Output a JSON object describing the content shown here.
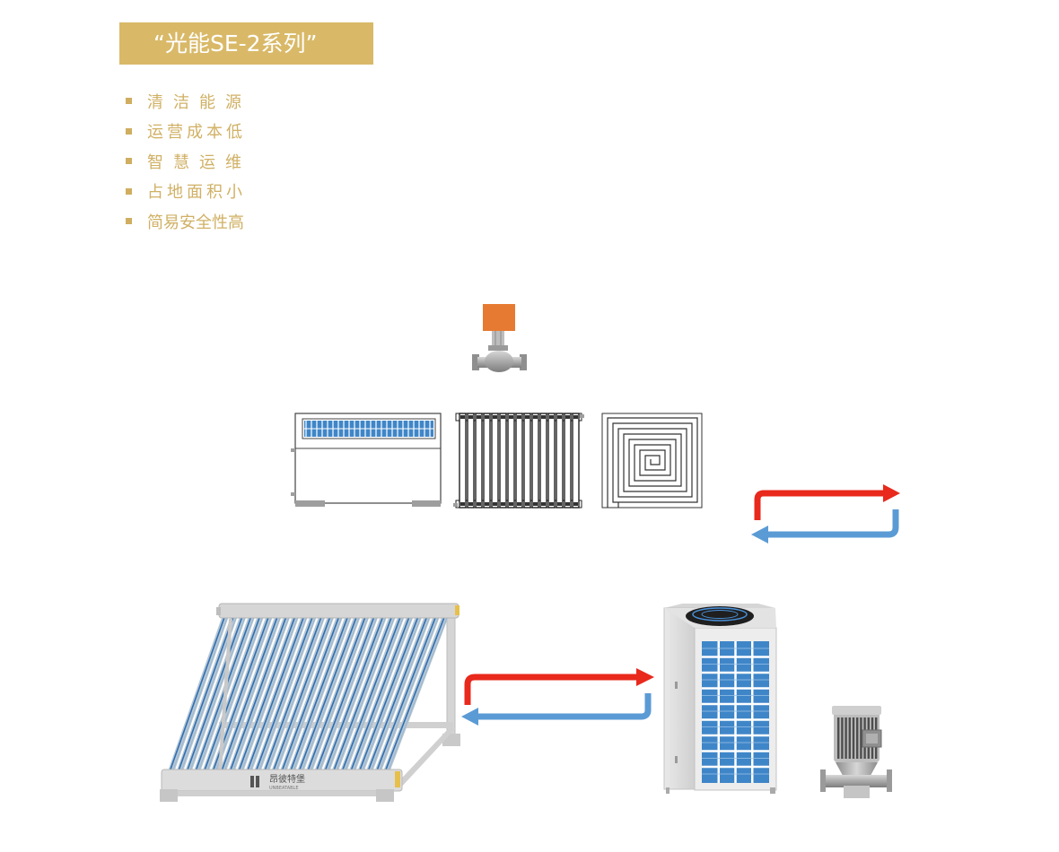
{
  "title": "“光能SE-2系列”",
  "features": [
    {
      "text": "清洁能源",
      "spacing": "t1"
    },
    {
      "text": "运营成本低",
      "spacing": "t2"
    },
    {
      "text": "智慧运维",
      "spacing": "t1"
    },
    {
      "text": "占地面积小",
      "spacing": "t2"
    },
    {
      "text": "简易安全性高",
      "spacing": "t3"
    }
  ],
  "collector_brand": {
    "name": "昂彼特堡",
    "subtitle": "UNBEATABLE"
  },
  "colors": {
    "accent_gold": "#d9b968",
    "hot_flow": "#e8291c",
    "cold_flow": "#5b9bd5",
    "valve_actuator": "#e67a32",
    "panel_blue": "#3f86c8"
  }
}
